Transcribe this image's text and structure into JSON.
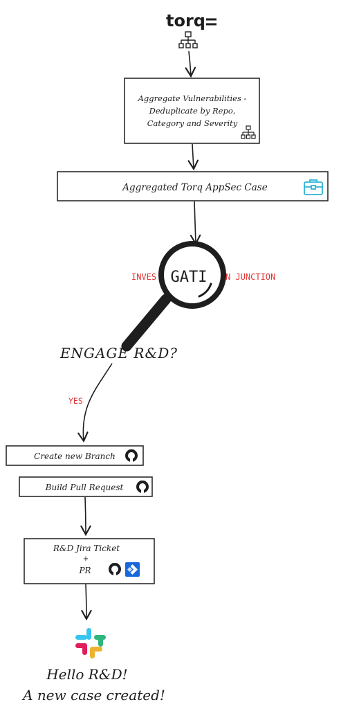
{
  "logo": {
    "text": "torq"
  },
  "nodes": {
    "aggregate": {
      "lines": [
        "Aggregate Vulnerabilities -",
        "Deduplicate by Repo,",
        "Category and Severity"
      ],
      "icon": "workflow-icon"
    },
    "case": {
      "label": "Aggregated Torq AppSec Case",
      "icon": "briefcase-icon"
    },
    "investigation": {
      "left": "INVES",
      "middle": "GATI",
      "right": "N JUNCTION"
    },
    "decision": {
      "label": "ENGAGE R&D?"
    },
    "yes": {
      "label": "YES"
    },
    "branch": {
      "label": "Create new Branch",
      "icon": "github-icon"
    },
    "pull": {
      "label": "Build Pull Request",
      "icon": "github-icon"
    },
    "jira": {
      "line1": "R&D Jira Ticket",
      "plus": "+",
      "line2": "PR",
      "icons": [
        "github-icon",
        "jira-icon"
      ]
    },
    "final": {
      "icon": "slack-icon",
      "line1": "Hello R&D!",
      "line2": "A new case created!"
    }
  },
  "colors": {
    "stroke": "#1e1e1e",
    "red_label": "#e03131",
    "briefcase": "#2bb3d8",
    "jira_blue": "#1868db",
    "slack": [
      "#36c5f0",
      "#2eb67d",
      "#ecb22e",
      "#e01e5a"
    ]
  }
}
